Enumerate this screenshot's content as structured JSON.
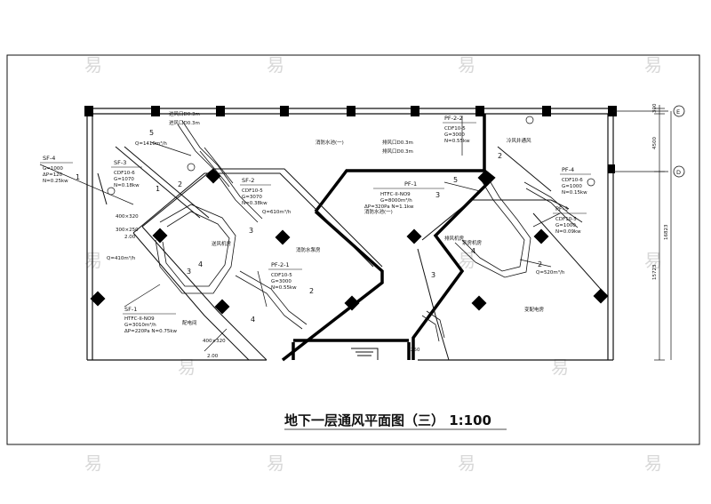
{
  "drawing": {
    "title": "地下一层通风平面图（三） 1:100",
    "watermark_glyph": "易"
  },
  "axes": {
    "axis_E": "E",
    "axis_D": "D",
    "dim_top": "300",
    "dim_mid": "4500",
    "dim_total": "16823",
    "dim_low": "15723"
  },
  "rooms": {
    "fire_pool_1": "消防水池(一)",
    "fire_pool_2": "消防水池(一)",
    "fire_pump_room": "消防水泵房",
    "pump_room": "泵房机房",
    "transform_room": "变配电房",
    "electric_room": "配电间",
    "fan_room_left": "送风机房",
    "fan_room_right": "排风机房",
    "shaft_note": "冷风井通风"
  },
  "equipment": {
    "sf4": {
      "tag": "SF-4",
      "l1": "G=1000",
      "l2": "ΔP=120",
      "l3": "N=0.25kw"
    },
    "sf3": {
      "tag": "SF-3",
      "l1": "CDF10-6",
      "l2": "G=1070",
      "l3": "N=0.18kw"
    },
    "sf2": {
      "tag": "SF-2",
      "l1": "CDF10-5",
      "l2": "G=3070",
      "l3": "N=0.38kw"
    },
    "sf1": {
      "tag": "SF-1",
      "l1": "HTFC-II-NO9",
      "l2": "G=3010m³/h",
      "l3": "ΔP=220Pa N=0.75kw"
    },
    "pf21": {
      "tag": "PF-2-1",
      "l1": "CDF10-5",
      "l2": "G=3000",
      "l3": "N=0.55kw"
    },
    "pf22": {
      "tag": "PF-2-2",
      "l1": "CDF10-5",
      "l2": "G=3000",
      "l3": "N=0.55kw"
    },
    "pf1": {
      "tag": "PF-1",
      "l1": "HTFC-II-NO9",
      "l2": "G=8000m³/h",
      "l3": "ΔP=320Pa N=1.1kw"
    },
    "pf4": {
      "tag": "PF-4",
      "l1": "CDF10-6",
      "l2": "G=1000",
      "l3": "N=0.15kw"
    },
    "pf3": {
      "tag": "PF-3",
      "l1": "CDF10-5",
      "l2": "G=1000",
      "l3": "N=0.09kw"
    }
  },
  "notes": {
    "air_top_1": "进风口D0.3m",
    "air_top_2": "进风口D0.3m",
    "air_top_3": "排风口D0.3m",
    "air_top_4": "排风口D0.3m",
    "flow_left": "Q=1410m³/h",
    "flow_left2": "Q=410m³/h",
    "flow_mid": "Q=610m³/h",
    "flow_right": "Q=520m³/h",
    "duct_a": "400×320",
    "duct_b": "300×250",
    "duct_c": "400×320",
    "duct_d": "250",
    "elev_a": "2.00",
    "elev_b": "2.00"
  },
  "callouts": [
    "1",
    "2",
    "3",
    "4",
    "5"
  ],
  "accent_colors": {
    "line": "#111111",
    "wall": "#000000",
    "watermark": "#d8d8d8"
  }
}
